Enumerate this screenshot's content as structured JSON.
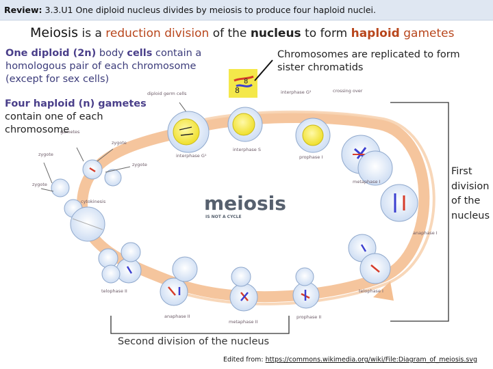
{
  "header": {
    "review_prefix": "Review:",
    "review_text": "3.3.U1 One diploid nucleus divides by meiosis to produce four haploid nuclei."
  },
  "title": {
    "word1": "Meiosis",
    "part2": "is a",
    "part3": "reduction division",
    "part4": "of the",
    "part5": "nucleus",
    "part6": "to form",
    "part7": "haploid",
    "part8": "gametes"
  },
  "annotations": {
    "diploid_bold": "One diploid (2n)",
    "diploid_mid": "body",
    "diploid_cells": "cells",
    "diploid_rest": "contain a homologous pair of each chromosome (except for sex cells)",
    "replicated": "Chromosomes are replicated to form sister chromatids",
    "haploid_bold": "Four haploid (n) gametes",
    "haploid_rest": "contain one of each chromosome",
    "first_division": "First division of the nucleus",
    "second_division": "Second division of the nucleus"
  },
  "diagram": {
    "center_title": "meiosis",
    "center_subtitle": "IS NOT A CYCLE",
    "labels": {
      "diploid_germ_cells": "diploid germ cells",
      "interphase_g1": "interphase G¹",
      "interphase_g2": "interphase G²",
      "crossing_over": "crossing over",
      "interphase_s": "interphase S",
      "prophase_1": "prophase I",
      "metaphase_1": "metaphase I",
      "anaphase_1": "anaphase I",
      "telophase_1": "telophase I",
      "prophase_2": "prophase II",
      "metaphase_2": "metaphase II",
      "anaphase_2": "anaphase II",
      "telophase_2": "telophase II",
      "cytokinesis": "cytokinesis",
      "gametes": "gametes",
      "zygote1": "zygote",
      "zygote2": "zygote",
      "zygote3": "zygote",
      "zygote4": "zygote"
    }
  },
  "credit": {
    "prefix": "Edited from:",
    "url": "https://commons.wikimedia.org/wiki/File:Diagram_of_meiosis.svg"
  },
  "colors": {
    "banner_bg": "#dfe7f2",
    "arrow": "#f3b886",
    "cell_fill": "#dbe7f7",
    "cell_border": "#8fa8cc",
    "chrom_red": "#d63c2a",
    "chrom_blue": "#3b3fd0",
    "nucleus_yellow": "#f4e84a",
    "emphasis_red": "#b8461c",
    "emphasis_purple": "#4a3f8a"
  }
}
